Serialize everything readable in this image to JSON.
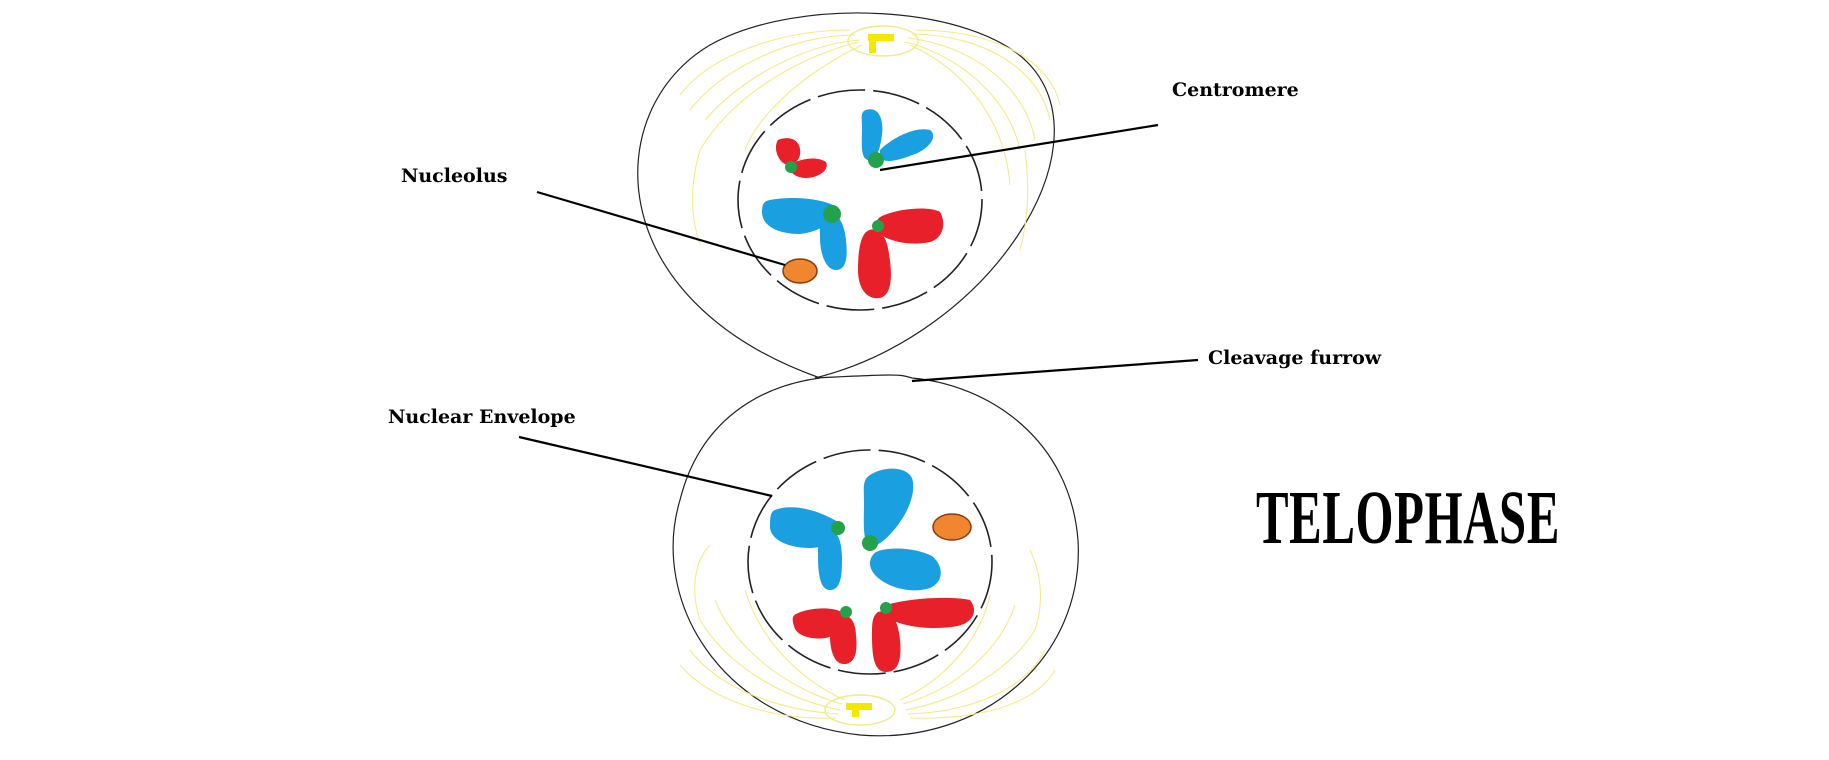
{
  "title": "TELOPHASE",
  "labels": {
    "centromere": "Centromere",
    "nucleolus": "Nucleolus",
    "cleavage_furrow": "Cleavage furrow",
    "nuclear_envelope": "Nuclear Envelope"
  },
  "colors": {
    "chromatid_blue": "#1aa0e0",
    "chromatid_red": "#e8202a",
    "centromere_green": "#24a24a",
    "nucleolus_orange": "#f08630",
    "spindle_yellow": "#f2ec86",
    "centriole_yellow": "#f4e800"
  }
}
